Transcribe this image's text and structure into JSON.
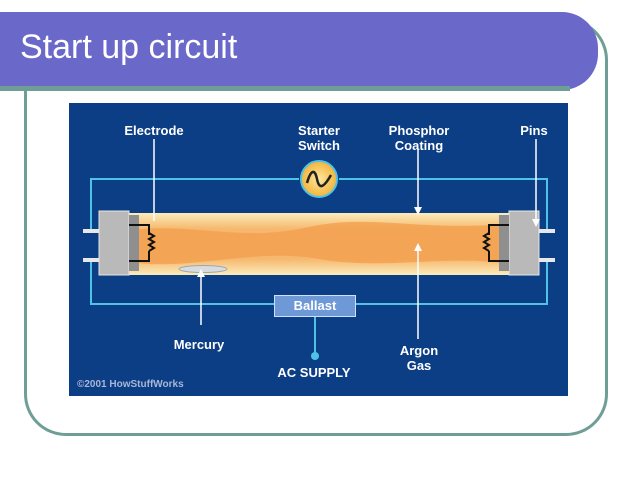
{
  "slide": {
    "title": "Start up circuit"
  },
  "diagram": {
    "labels": {
      "electrode": "Electrode",
      "starter_line1": "Starter",
      "starter_line2": "Switch",
      "phosphor_line1": "Phosphor",
      "phosphor_line2": "Coating",
      "pins": "Pins",
      "ballast": "Ballast",
      "mercury": "Mercury",
      "ac_supply": "AC SUPPLY",
      "argon_line1": "Argon",
      "argon_line2": "Gas"
    },
    "copyright": "©2001 HowStuffWorks",
    "colors": {
      "background": "#0c3e85",
      "wire": "#4fc3e6",
      "tube_glow": "#f4a85a",
      "tube_edge": "#fbe9b6",
      "ballast": "#6f98d6",
      "starter": "#f6c84a"
    }
  }
}
